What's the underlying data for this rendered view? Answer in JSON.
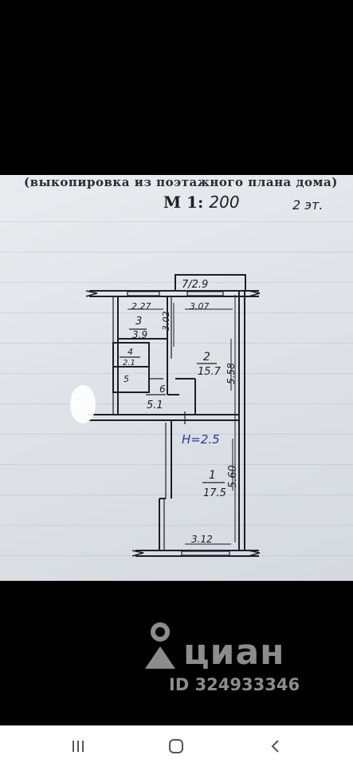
{
  "document": {
    "caption": "(выкопировка из поэтажного плана дома)",
    "scale_prefix": "М 1:",
    "scale_value": "200",
    "floor": "2 эт."
  },
  "plan": {
    "rooms": [
      {
        "number": "1",
        "area": "17.5"
      },
      {
        "number": "2",
        "area": "15.7"
      },
      {
        "number": "3",
        "area": "3.9"
      },
      {
        "number": "4",
        "area": "2.1"
      },
      {
        "number": "5",
        "area": ""
      },
      {
        "number": "6",
        "area": "5.1"
      },
      {
        "number": "7",
        "area": "2.9"
      }
    ],
    "balcony_label": "7/2.9",
    "dimensions": {
      "d_227": "2.27",
      "d_307": "3.07",
      "d_302": "3.02",
      "d_558": "5.58",
      "d_560": "5.60",
      "d_312": "3.12"
    },
    "height_note": "Н=2.5"
  },
  "watermark": {
    "brand": "циан",
    "listing_id": "ID 324933346"
  },
  "navbar": {
    "recents_icon": "recents-icon",
    "home_icon": "home-icon",
    "back_icon": "back-icon"
  }
}
